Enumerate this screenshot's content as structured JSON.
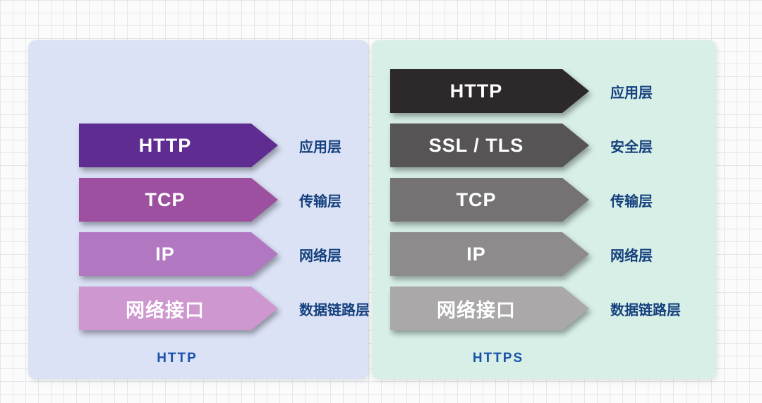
{
  "panels": [
    {
      "caption": "HTTP",
      "rows": [
        {
          "label": "HTTP",
          "layer": "应用层",
          "color": "#5f2d91"
        },
        {
          "label": "TCP",
          "layer": "传输层",
          "color": "#9c509f"
        },
        {
          "label": "IP",
          "layer": "网络层",
          "color": "#b277c1"
        },
        {
          "label": "网络接口",
          "layer": "数据链路层",
          "color": "#cf97d0"
        }
      ]
    },
    {
      "caption": "HTTPS",
      "rows": [
        {
          "label": "HTTP",
          "layer": "应用层",
          "color": "#2d292a"
        },
        {
          "label": "SSL / TLS",
          "layer": "安全层",
          "color": "#575455"
        },
        {
          "label": "TCP",
          "layer": "传输层",
          "color": "#757273"
        },
        {
          "label": "IP",
          "layer": "网络层",
          "color": "#8e8b8c"
        },
        {
          "label": "网络接口",
          "layer": "数据链路层",
          "color": "#aba8a9"
        }
      ]
    }
  ]
}
